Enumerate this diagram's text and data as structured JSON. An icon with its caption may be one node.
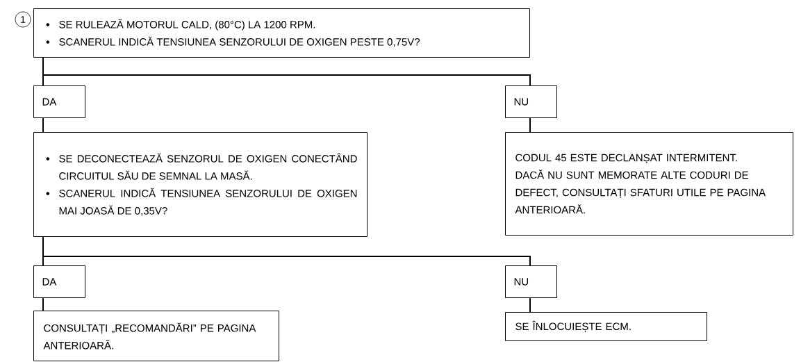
{
  "diagram": {
    "nodes": [
      {
        "text": [
          "SE RULEAZĂ MOTORUL CALD, (80°C) LA 1200 RPM.",
          "SCANERUL INDICĂ TENSIUNEA SENZORULUI DE OXIGEN PESTE 0,75V?"
        ],
        "beside": [
          "1"
        ]
      },
      {
        "text": [
          "DA"
        ]
      },
      {
        "text": [
          "NU"
        ]
      },
      {
        "text": [
          "SE DECONECTEAZĂ SENZORUL DE OXIGEN CONECTÂND CIRCUITUL SĂU DE SEMNAL LA MASĂ.",
          "SCANERUL INDICĂ TENSIUNEA SENZORULUI DE OXIGEN MAI JOASĂ DE 0,35V?"
        ]
      },
      {
        "text": [
          "CODUL 45 ESTE DECLANȘAT INTERMITENT.",
          "DACĂ NU SUNT MEMORATE ALTE CODURI DE DEFECT, CONSULTAȚI SFATURI UTILE PE PAGINA ANTERIOARĂ."
        ]
      },
      {
        "text": [
          "DA"
        ]
      },
      {
        "text": [
          "NU"
        ]
      },
      {
        "text": [
          "CONSULTAȚI „RECOMANDĂRI” PE PAGINA ANTERIOARĂ."
        ]
      },
      {
        "text": [
          "SE ÎNLOCUIEȘTE ECM."
        ]
      }
    ],
    "edges": [
      {
        "from": 0,
        "to": 1,
        "arrow": "none"
      },
      {
        "from": 0,
        "to": 2,
        "arrow": "none"
      },
      {
        "from": 1,
        "to": 3,
        "arrow": "none"
      },
      {
        "from": 2,
        "to": 4,
        "arrow": "none"
      },
      {
        "from": 3,
        "to": 5,
        "arrow": "none"
      },
      {
        "from": 3,
        "to": 6,
        "arrow": "none"
      },
      {
        "from": 5,
        "to": 7,
        "arrow": "none"
      },
      {
        "from": 6,
        "to": 8,
        "arrow": "none"
      }
    ]
  }
}
